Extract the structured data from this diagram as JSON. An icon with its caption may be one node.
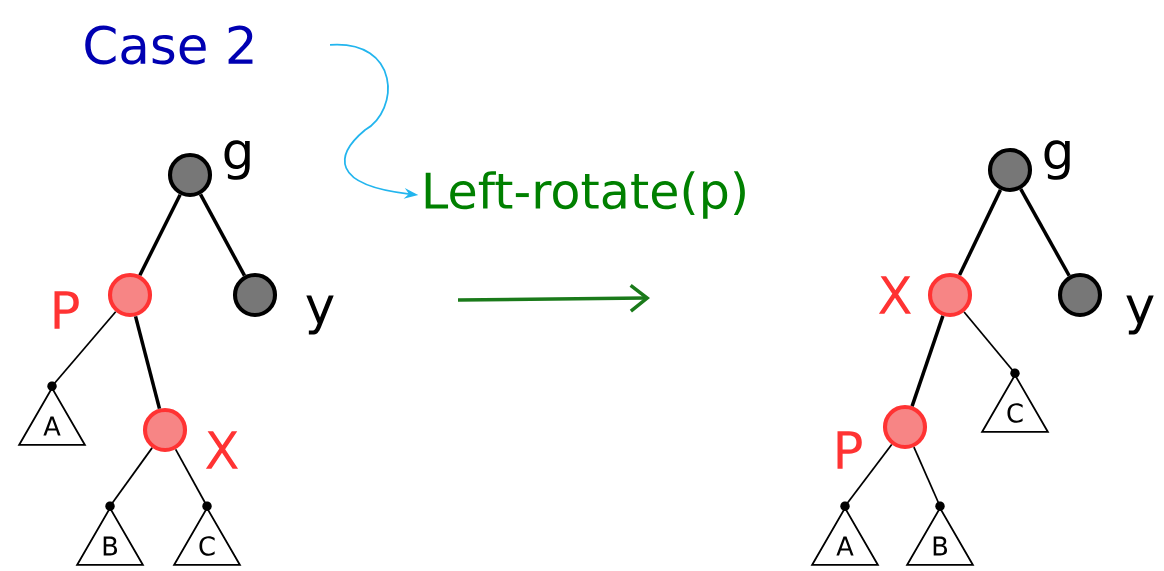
{
  "diagram": {
    "title": "Case 2",
    "nodes": [
      {
        "text": [
          "Left-rotate(p)"
        ]
      },
      {
        "text": [],
        "shape": "circle",
        "beside": [
          "g"
        ]
      },
      {
        "text": [],
        "shape": "circle",
        "beside": [
          "P"
        ]
      },
      {
        "text": [],
        "shape": "circle",
        "beside": [
          "y"
        ]
      },
      {
        "text": [
          "A"
        ]
      },
      {
        "text": [],
        "shape": "circle",
        "beside": [
          "X"
        ]
      },
      {
        "text": [
          "B"
        ]
      },
      {
        "text": [
          "C"
        ]
      },
      {
        "text": [],
        "shape": "circle",
        "beside": [
          "g"
        ]
      },
      {
        "text": [],
        "shape": "circle",
        "beside": [
          "X"
        ]
      },
      {
        "text": [],
        "shape": "circle",
        "beside": [
          "y"
        ]
      },
      {
        "text": [
          "C"
        ]
      },
      {
        "text": [],
        "shape": "circle",
        "beside": [
          "P"
        ]
      },
      {
        "text": [
          "A"
        ]
      },
      {
        "text": [
          "B"
        ]
      }
    ],
    "edges": [
      {
        "from": null,
        "to": 0,
        "arrow": "to",
        "color": "#22b5ee"
      },
      {
        "from": 1,
        "to": 2,
        "arrow": "none",
        "style": "thick"
      },
      {
        "from": 1,
        "to": 3,
        "arrow": "none",
        "style": "thick"
      },
      {
        "from": 2,
        "to": 4,
        "arrow": "none"
      },
      {
        "from": 2,
        "to": 5,
        "arrow": "none",
        "style": "thick"
      },
      {
        "from": 5,
        "to": 6,
        "arrow": "none"
      },
      {
        "from": 5,
        "to": 7,
        "arrow": "none"
      },
      {
        "from": 8,
        "to": 9,
        "arrow": "none",
        "style": "thick"
      },
      {
        "from": 8,
        "to": 10,
        "arrow": "none",
        "style": "thick"
      },
      {
        "from": 9,
        "to": 11,
        "arrow": "none"
      },
      {
        "from": 9,
        "to": 12,
        "arrow": "none",
        "style": "thick"
      },
      {
        "from": 12,
        "to": 13,
        "arrow": "none"
      },
      {
        "from": 12,
        "to": 14,
        "arrow": "none"
      }
    ]
  }
}
